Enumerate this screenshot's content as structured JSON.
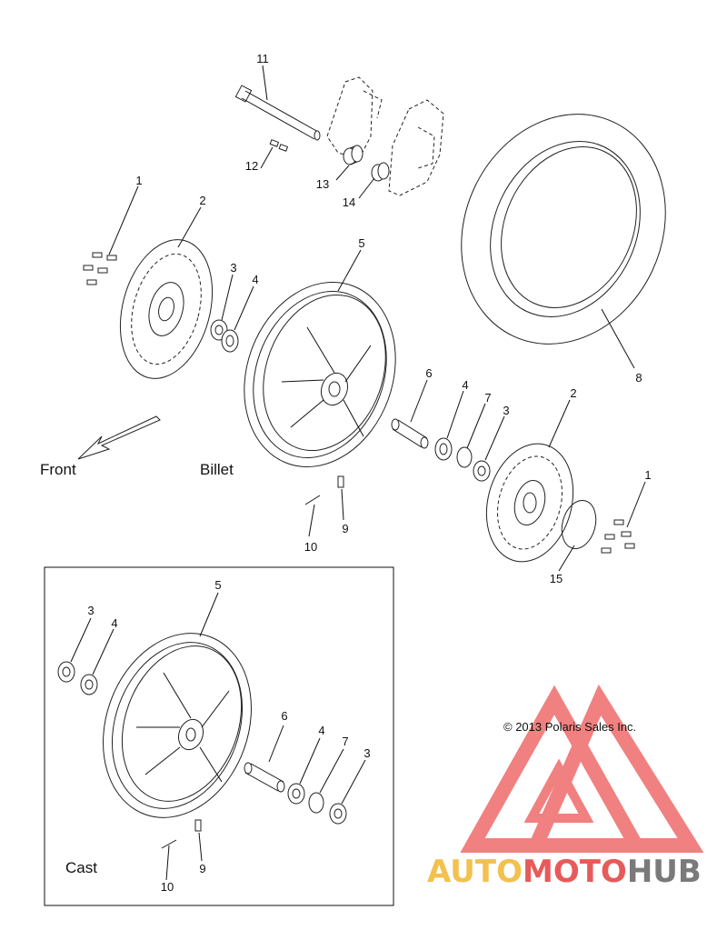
{
  "labels": {
    "front": "Front",
    "billet": "Billet",
    "cast": "Cast",
    "copyright": "© 2013 Polaris Sales Inc."
  },
  "watermark": {
    "part1": "AUTO",
    "part2": "MOTO",
    "part3": "HUB",
    "color1": "#f2c14e",
    "color2": "#e85a5a",
    "color3": "#7a7a7a",
    "logo_color": "#ef6b6b"
  },
  "callouts": {
    "c1a": "1",
    "c2a": "2",
    "c3a": "3",
    "c4a": "4",
    "c5a": "5",
    "c6a": "6",
    "c4b": "4",
    "c7a": "7",
    "c3b": "3",
    "c2b": "2",
    "c1b": "1",
    "c8": "8",
    "c9a": "9",
    "c10a": "10",
    "c11": "11",
    "c12": "12",
    "c13": "13",
    "c14": "14",
    "c15": "15",
    "c3c": "3",
    "c4c": "4",
    "c5b": "5",
    "c6b": "6",
    "c4d": "4",
    "c7b": "7",
    "c3d": "3",
    "c9b": "9",
    "c10b": "10"
  }
}
